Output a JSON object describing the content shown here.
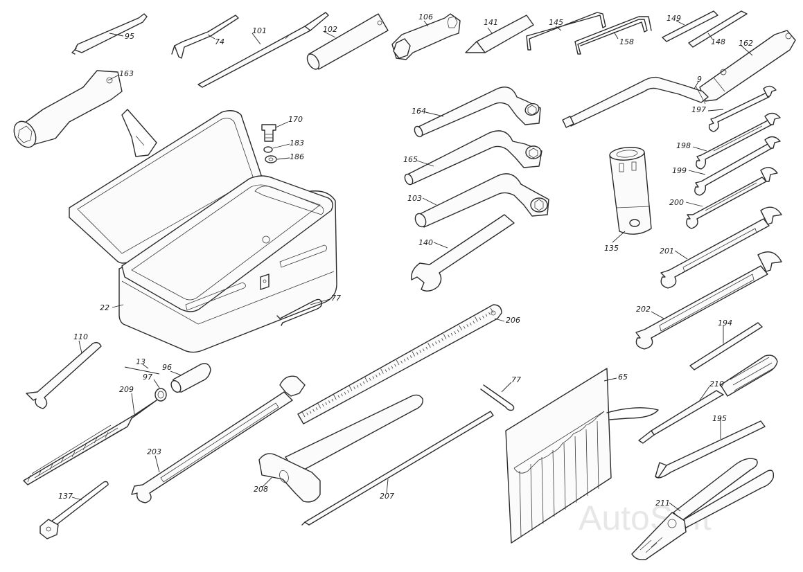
{
  "watermark": "AutoSoft",
  "parts": [
    {
      "id": "95",
      "label": "95"
    },
    {
      "id": "74",
      "label": "74"
    },
    {
      "id": "101",
      "label": "101"
    },
    {
      "id": "102",
      "label": "102"
    },
    {
      "id": "106",
      "label": "106"
    },
    {
      "id": "141",
      "label": "141"
    },
    {
      "id": "145",
      "label": "145"
    },
    {
      "id": "158",
      "label": "158"
    },
    {
      "id": "149",
      "label": "149"
    },
    {
      "id": "148",
      "label": "148"
    },
    {
      "id": "162",
      "label": "162"
    },
    {
      "id": "163",
      "label": "163"
    },
    {
      "id": "170",
      "label": "170"
    },
    {
      "id": "183",
      "label": "183"
    },
    {
      "id": "186",
      "label": "186"
    },
    {
      "id": "164",
      "label": "164"
    },
    {
      "id": "9",
      "label": "9"
    },
    {
      "id": "197",
      "label": "197"
    },
    {
      "id": "198",
      "label": "198"
    },
    {
      "id": "199",
      "label": "199"
    },
    {
      "id": "200",
      "label": "200"
    },
    {
      "id": "165",
      "label": "165"
    },
    {
      "id": "103",
      "label": "103"
    },
    {
      "id": "135",
      "label": "135"
    },
    {
      "id": "140",
      "label": "140"
    },
    {
      "id": "201",
      "label": "201"
    },
    {
      "id": "22",
      "label": "22"
    },
    {
      "id": "77a",
      "label": "77"
    },
    {
      "id": "206",
      "label": "206"
    },
    {
      "id": "202",
      "label": "202"
    },
    {
      "id": "110",
      "label": "110"
    },
    {
      "id": "13",
      "label": "13"
    },
    {
      "id": "96",
      "label": "96"
    },
    {
      "id": "97",
      "label": "97"
    },
    {
      "id": "209",
      "label": "209"
    },
    {
      "id": "194",
      "label": "194"
    },
    {
      "id": "77b",
      "label": "77"
    },
    {
      "id": "65",
      "label": "65"
    },
    {
      "id": "210",
      "label": "210"
    },
    {
      "id": "203",
      "label": "203"
    },
    {
      "id": "195",
      "label": "195"
    },
    {
      "id": "208",
      "label": "208"
    },
    {
      "id": "207",
      "label": "207"
    },
    {
      "id": "137",
      "label": "137"
    },
    {
      "id": "211",
      "label": "211"
    }
  ]
}
